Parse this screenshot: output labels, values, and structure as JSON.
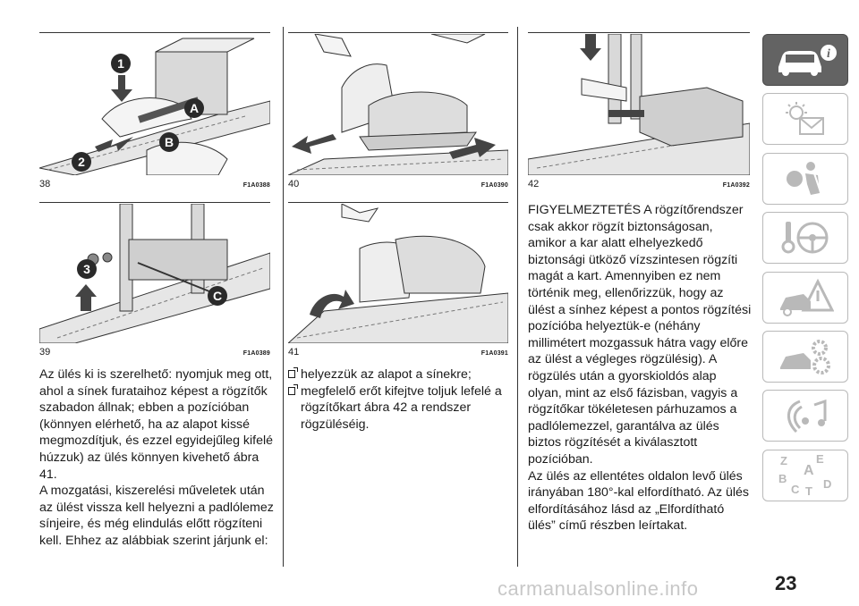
{
  "figures": [
    {
      "number": "38",
      "code": "F1A0388",
      "labels": [
        "1",
        "A",
        "B",
        "2"
      ]
    },
    {
      "number": "39",
      "code": "F1A0389",
      "labels": [
        "3",
        "C"
      ]
    },
    {
      "number": "40",
      "code": "F1A0390",
      "labels": []
    },
    {
      "number": "41",
      "code": "F1A0391",
      "labels": []
    },
    {
      "number": "42",
      "code": "F1A0392",
      "labels": []
    }
  ],
  "column1": {
    "p1": "Az ülés ki is szerelhető: nyomjuk meg ott, ahol a sínek furataihoz képest a rögzítők szabadon állnak; ebben a pozícióban (könnyen elérhető, ha az alapot kissé megmozdítjuk, és ezzel egyidejűleg kifelé húzzuk) az ülés könnyen kivehető ábra 41.",
    "p2": "A mozgatási, kiszerelési műveletek után az ülést vissza kell helyezni a padlólemez sínjeire, és még elindulás előtt rögzíteni kell. Ehhez az alábbiak szerint járjunk el:"
  },
  "column2": {
    "bullets": [
      "helyezzük az alapot a sínekre;",
      "megfelelő erőt kifejtve toljuk lefelé a rögzítőkart ábra 42 a rendszer rögzüléséig."
    ]
  },
  "column3": {
    "p1": "FIGYELMEZTETÉS A rögzítőrendszer csak akkor rögzít biztonságosan, amikor a kar alatt elhelyezkedő biztonsági ütköző vízszintesen rögzíti magát a kart. Amennyiben ez nem történik meg, ellenőrizzük, hogy az ülést a sínhez képest a pontos rögzítési pozícióba helyeztük-e (néhány millimétert mozgassuk hátra vagy előre az ülést a végleges rögzülésig). A rögzülés után a gyorskioldós alap olyan, mint az első fázisban, vagyis a rögzítőkar tökéletesen párhuzamos a padlólemezzel, garantálva az ülés biztos rögzítését a kiválasztott pozícióban.",
    "p2": "Az ülés az ellentétes oldalon levő ülés irányában 180°-kal elfordítható. Az ülés elfordításához lásd az „Elfordítható ülés” című részben leírtakat."
  },
  "sidebar": {
    "tabs": [
      {
        "icon": "car-info-icon",
        "active": true
      },
      {
        "icon": "lights-warning-icon",
        "active": false
      },
      {
        "icon": "airbag-safety-icon",
        "active": false
      },
      {
        "icon": "steering-wheel-key-icon",
        "active": false
      },
      {
        "icon": "emergency-triangle-icon",
        "active": false
      },
      {
        "icon": "maintenance-gears-icon",
        "active": false
      },
      {
        "icon": "multimedia-icon",
        "active": false
      },
      {
        "icon": "index-letters-icon",
        "active": false
      }
    ],
    "index_letters": [
      "Z",
      "E",
      "A",
      "B",
      "D",
      "C",
      "T"
    ]
  },
  "page_number": "23",
  "watermark": "carmanualsonline.info",
  "colors": {
    "active_tab": "#636363",
    "tab_border": "#b9b9b9"
  }
}
